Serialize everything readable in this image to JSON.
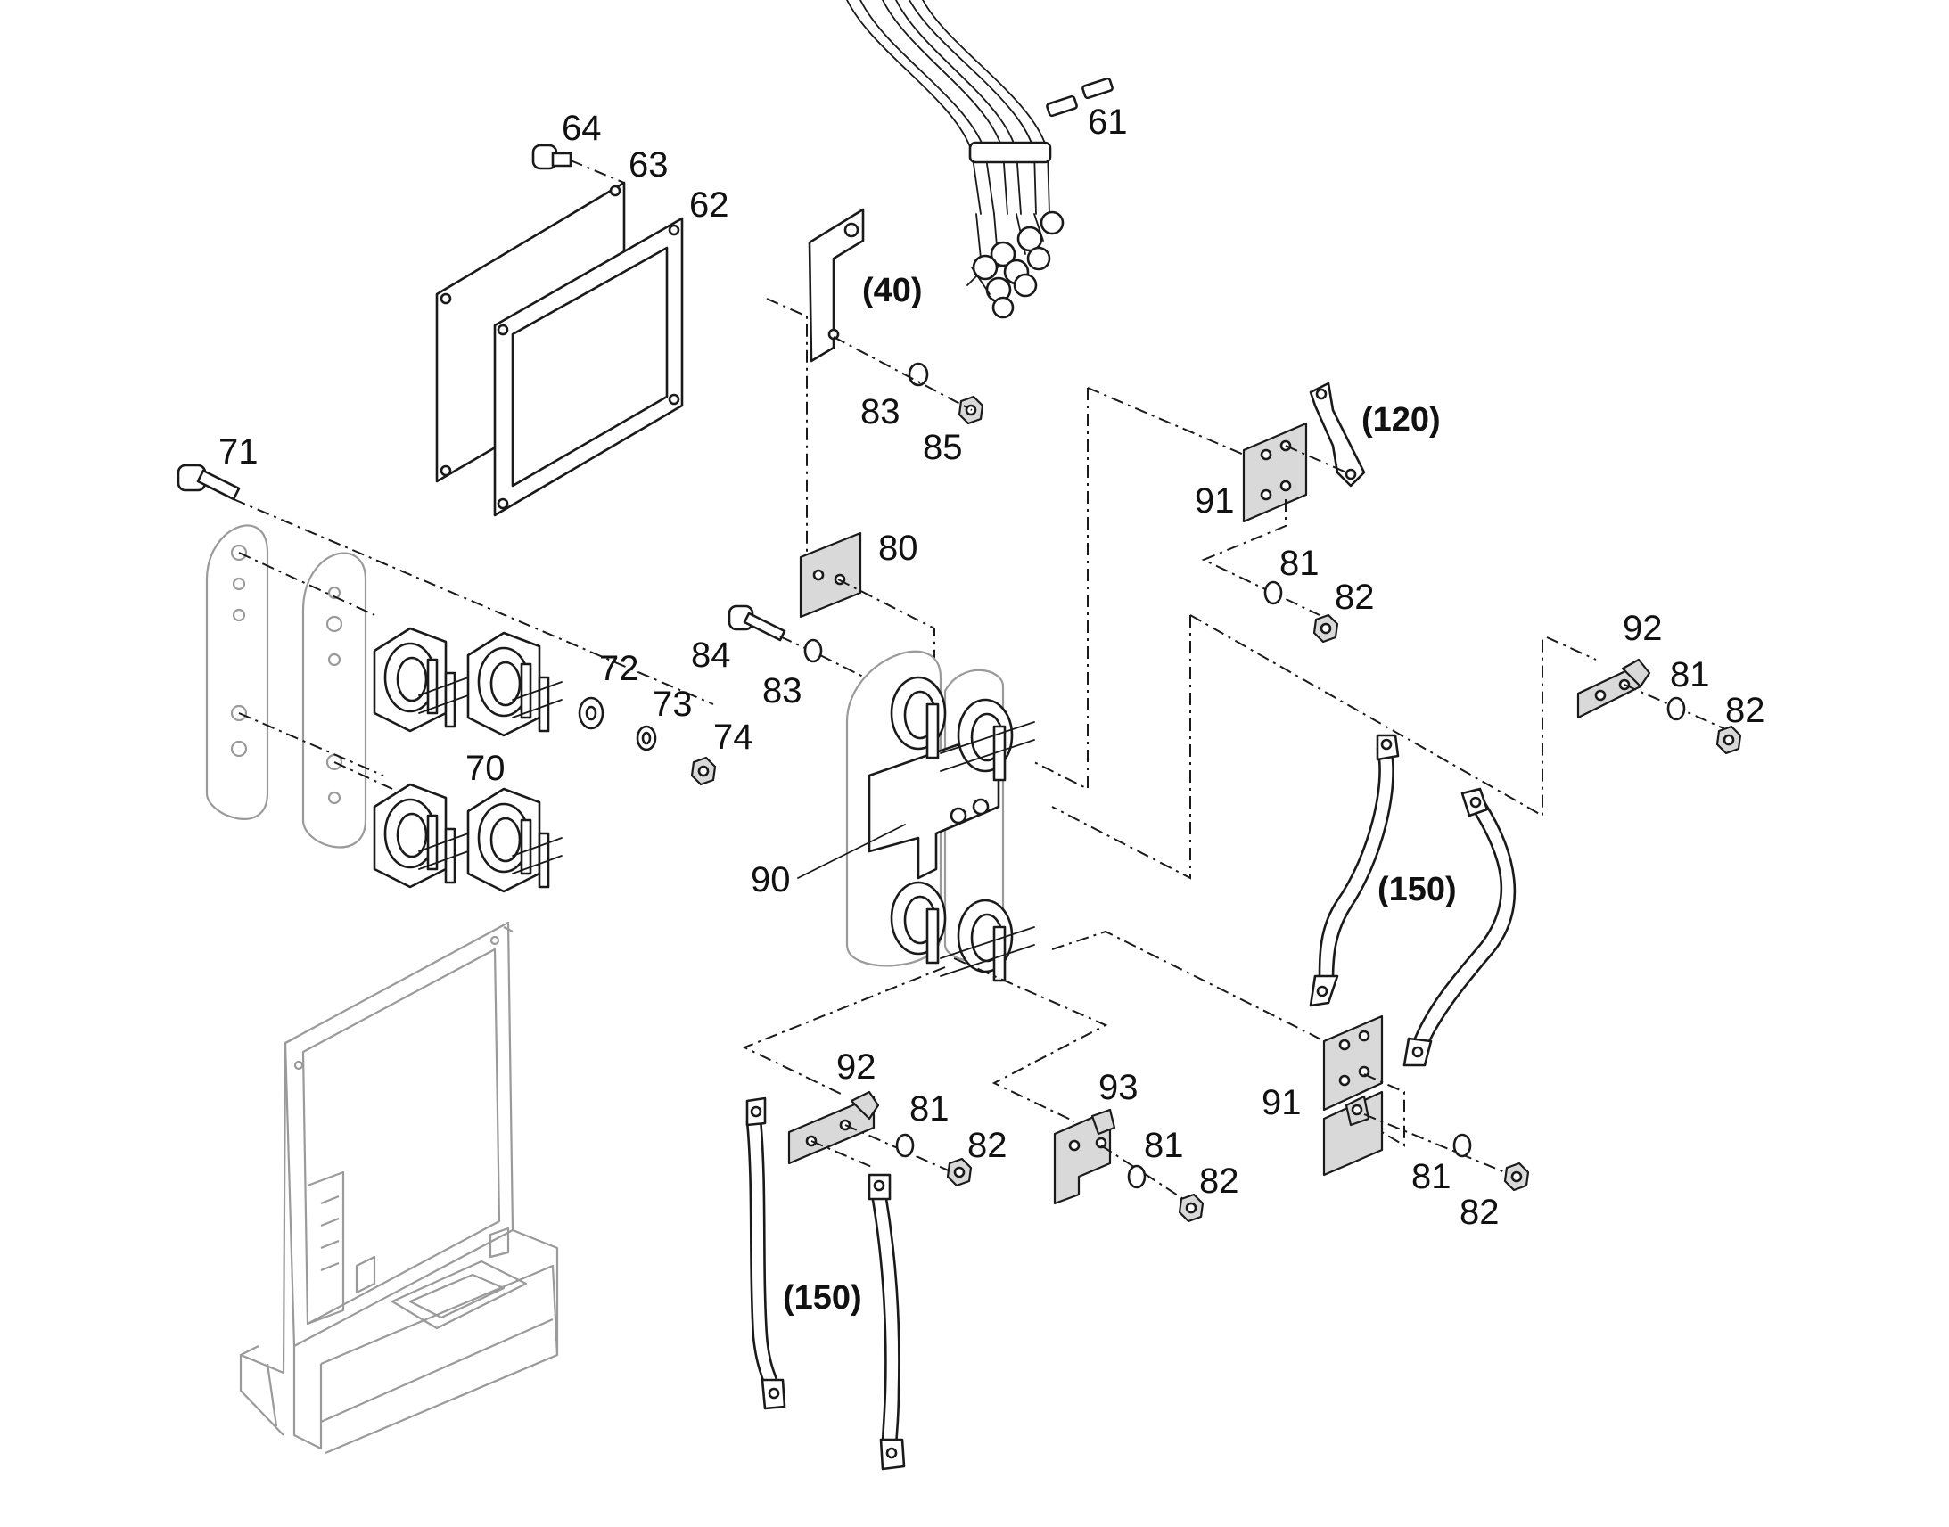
{
  "diagram": {
    "labels": {
      "l61": "61",
      "l62": "62",
      "l63": "63",
      "l64": "64",
      "l40": "(40)",
      "l83a": "83",
      "l85": "85",
      "l71": "71",
      "l120": "(120)",
      "l91a": "91",
      "l80": "80",
      "l81a": "81",
      "l82a": "82",
      "l72": "72",
      "l73": "73",
      "l74": "74",
      "l84": "84",
      "l83b": "83",
      "l70": "70",
      "l92a": "92",
      "l81b": "81",
      "l82b": "82",
      "l90": "90",
      "l150a": "(150)",
      "l92b": "92",
      "l81c": "81",
      "l82c": "82",
      "l93": "93",
      "l81d": "81",
      "l82d": "82",
      "l91b": "91",
      "l81e": "81",
      "l82e": "82",
      "l150b": "(150)"
    }
  }
}
